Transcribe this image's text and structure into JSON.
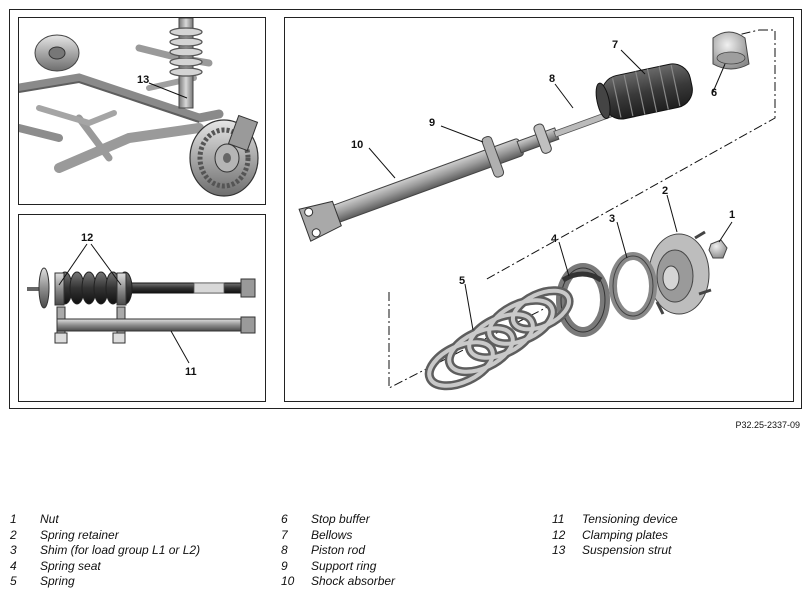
{
  "figure_code": "P32.25-2337-09",
  "callouts": {
    "c1": "1",
    "c2": "2",
    "c3": "3",
    "c4": "4",
    "c5": "5",
    "c6": "6",
    "c7": "7",
    "c8": "8",
    "c9": "9",
    "c10": "10",
    "c11": "11",
    "c12": "12",
    "c13": "13"
  },
  "legend": [
    {
      "num": "1",
      "label": "Nut"
    },
    {
      "num": "2",
      "label": "Spring retainer"
    },
    {
      "num": "3",
      "label": "Shim (for load group L1 or L2)"
    },
    {
      "num": "4",
      "label": "Spring seat"
    },
    {
      "num": "5",
      "label": "Spring"
    },
    {
      "num": "6",
      "label": "Stop buffer"
    },
    {
      "num": "7",
      "label": "Bellows"
    },
    {
      "num": "8",
      "label": "Piston rod"
    },
    {
      "num": "9",
      "label": "Support ring"
    },
    {
      "num": "10",
      "label": "Shock absorber"
    },
    {
      "num": "11",
      "label": "Tensioning device"
    },
    {
      "num": "12",
      "label": "Clamping plates"
    },
    {
      "num": "13",
      "label": "Suspension strut"
    }
  ],
  "colors": {
    "line": "#111111",
    "part_light": "#c8c8c8",
    "part_mid": "#9a9a9a",
    "part_dark": "#555555"
  }
}
